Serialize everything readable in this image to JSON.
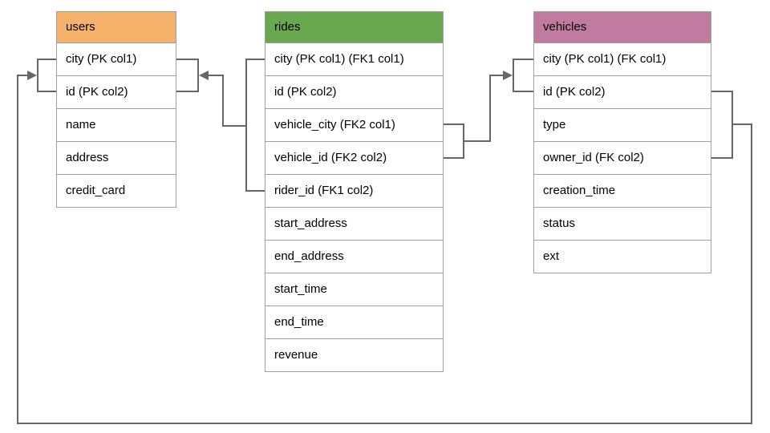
{
  "diagram": {
    "kind": "database-schema-er-diagram",
    "colors": {
      "users_header": "#F6B26B",
      "rides_header": "#6AA84F",
      "vehicles_header": "#C27BA0",
      "table_border": "#A0A0A0",
      "connector": "#666666",
      "text": "#000000",
      "background": "#FFFFFF"
    },
    "tables": {
      "users": {
        "title": "users",
        "columns": [
          "city (PK col1)",
          "id (PK col2)",
          "name",
          "address",
          "credit_card"
        ]
      },
      "rides": {
        "title": "rides",
        "columns": [
          "city (PK col1) (FK1 col1)",
          "id (PK col2)",
          "vehicle_city (FK2 col1)",
          "vehicle_id (FK2 col2)",
          "rider_id (FK1 col2)",
          "start_address",
          "end_address",
          "start_time",
          "end_time",
          "revenue"
        ]
      },
      "vehicles": {
        "title": "vehicles",
        "columns": [
          "city (PK col1) (FK col1)",
          "id (PK col2)",
          "type",
          "owner_id (FK col2)",
          "creation_time",
          "status",
          "ext"
        ]
      }
    },
    "relationships": [
      {
        "name": "rides-to-users",
        "from_table": "rides",
        "from_columns": [
          "city (FK1 col1)",
          "rider_id (FK1 col2)"
        ],
        "to_table": "users",
        "to_columns": [
          "city (PK col1)",
          "id (PK col2)"
        ],
        "arrow_points_at": "users"
      },
      {
        "name": "rides-to-vehicles",
        "from_table": "rides",
        "from_columns": [
          "vehicle_city (FK2 col1)",
          "vehicle_id (FK2 col2)"
        ],
        "to_table": "vehicles",
        "to_columns": [
          "city (PK col1)",
          "id (PK col2)"
        ],
        "arrow_points_at": "vehicles"
      },
      {
        "name": "vehicles-to-users",
        "from_table": "vehicles",
        "from_columns": [
          "id (PK col2)",
          "owner_id (FK col2)"
        ],
        "to_table": "users",
        "to_columns": [
          "city (PK col1)",
          "id (PK col2)"
        ],
        "arrow_points_at": "users",
        "route": "wraps around bottom of canvas"
      }
    ]
  }
}
